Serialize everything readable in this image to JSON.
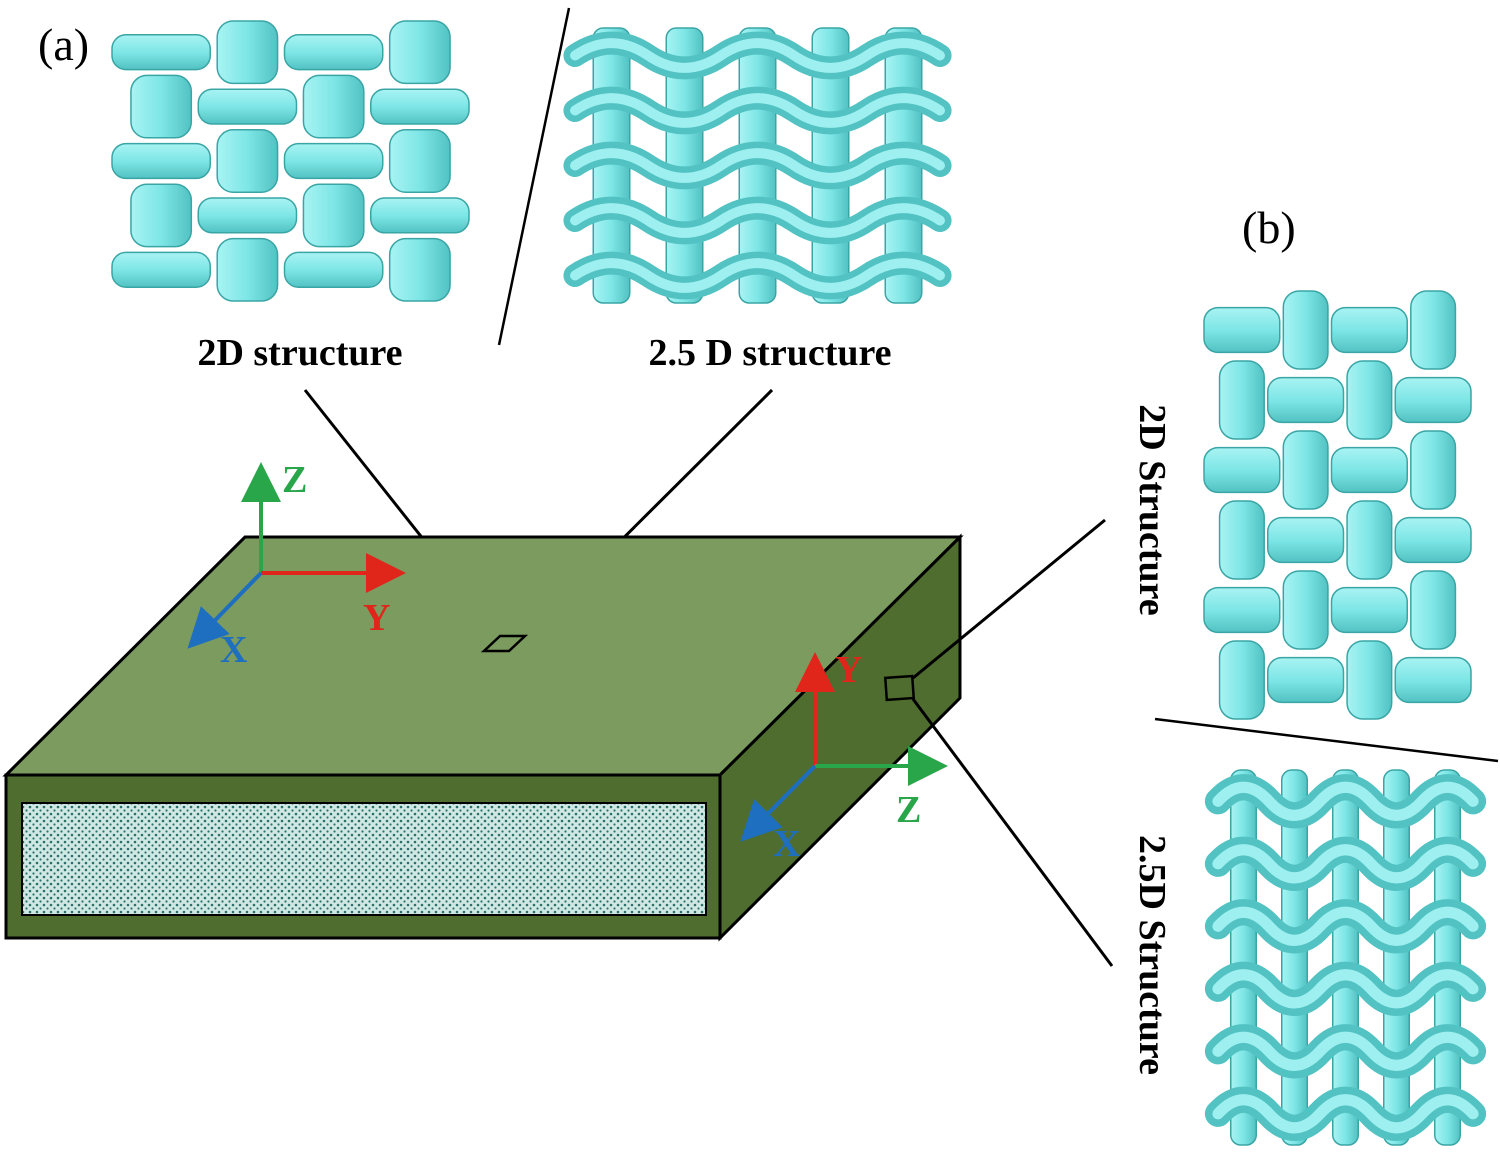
{
  "panel_labels": {
    "a": "(a)",
    "b": "(b)"
  },
  "structure_labels": {
    "top_2d": "2D structure",
    "top_25d": "2.5 D structure",
    "side_2d": "2D Structure",
    "side_25d": "2.5D Structure"
  },
  "top_axes": {
    "z": "Z",
    "y": "Y",
    "x": "X"
  },
  "side_axes": {
    "y": "Y",
    "z": "Z",
    "x": "X"
  },
  "colors": {
    "plate_top": "#7c9b5f",
    "plate_side": "#4e6d2e",
    "plate_front": "#4e6d2e",
    "core_fill": "#cfe8e4",
    "core_dots": "#2c6f6a",
    "yarn": "#7ee6e6",
    "yarn_shade": "#5cc8c8",
    "axis_red": "#e0261b",
    "axis_green": "#2aa64a",
    "axis_blue": "#1f6fc0"
  },
  "icons": [
    "woven-2d-icon",
    "woven-25d-icon",
    "axis-triad-icon"
  ]
}
